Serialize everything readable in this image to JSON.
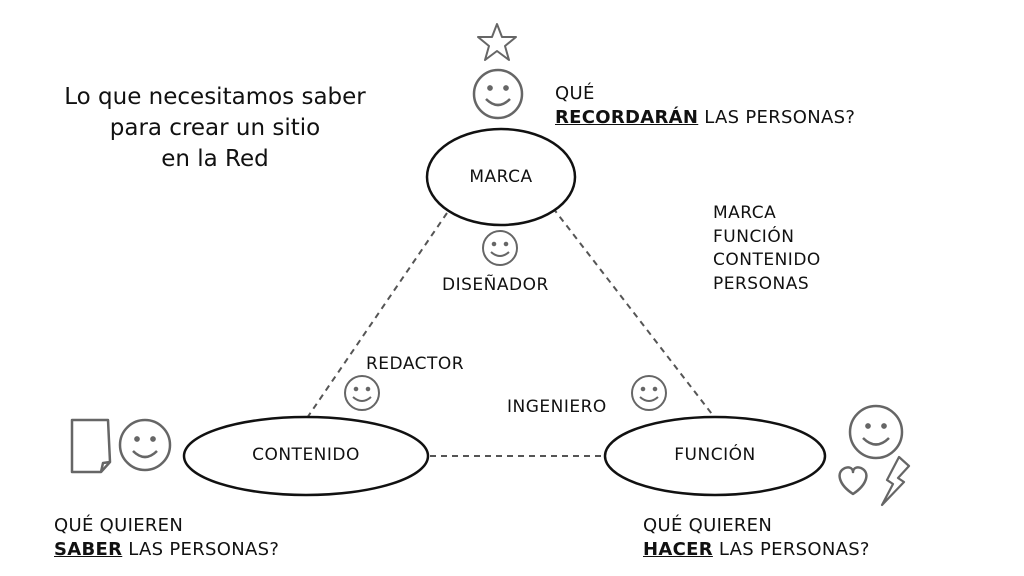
{
  "title": [
    "Lo que necesitamos saber",
    "para crear un sitio",
    "en la Red"
  ],
  "nodes": {
    "marca": "MARCA",
    "contenido": "CONTENIDO",
    "funcion": "FUNCIÓN"
  },
  "roles": {
    "disenador": "DISEÑADOR",
    "redactor": "REDACTOR",
    "ingeniero": "INGENIERO"
  },
  "captions": {
    "top": {
      "line1": "QUÉ",
      "emphasis": "RECORDARÁN",
      "rest": " LAS PERSONAS?"
    },
    "left": {
      "line1": "QUÉ QUIEREN",
      "emphasis": "SABER",
      "rest": " LAS PERSONAS?"
    },
    "right": {
      "line1": "QUÉ QUIEREN",
      "emphasis": "HACER",
      "rest": " LAS PERSONAS?"
    }
  },
  "list": [
    "MARCA",
    "FUNCIÓN",
    "CONTENIDO",
    "PERSONAS"
  ],
  "icons": [
    "star-icon",
    "smiley-icon",
    "document-icon",
    "heart-icon",
    "lightning-icon"
  ],
  "colors": {
    "stroke": "#111111",
    "dashed": "#555555",
    "icon": "#666666"
  }
}
